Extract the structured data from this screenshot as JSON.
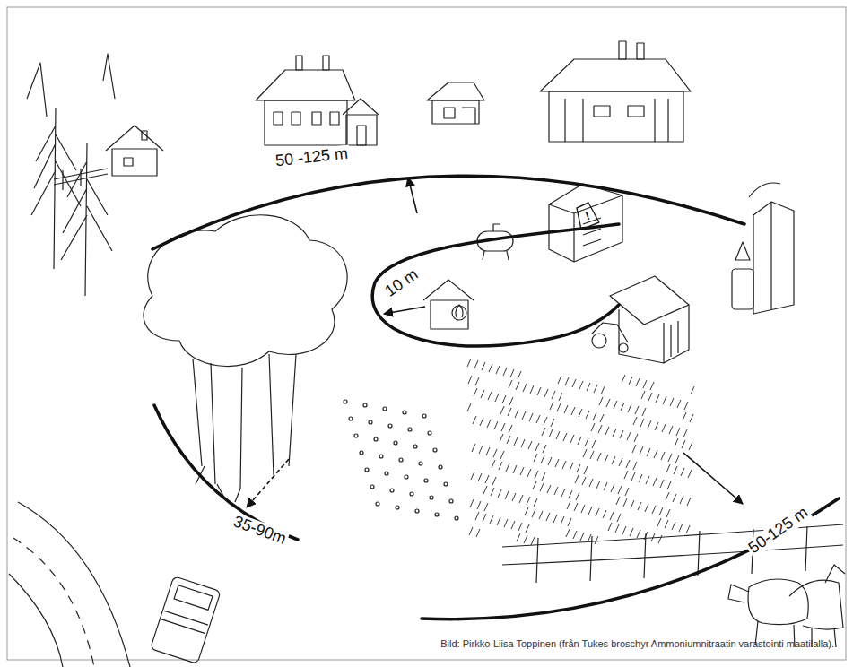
{
  "diagram": {
    "caption": "Bild: Pirkko-Liisa Toppinen (från Tukes broschyr Ammoniumnitraatin varastointi maatilalla).",
    "labels": [
      "50 -125 m",
      "10 m",
      "35-90m",
      "50-125 m",
      "!"
    ]
  }
}
